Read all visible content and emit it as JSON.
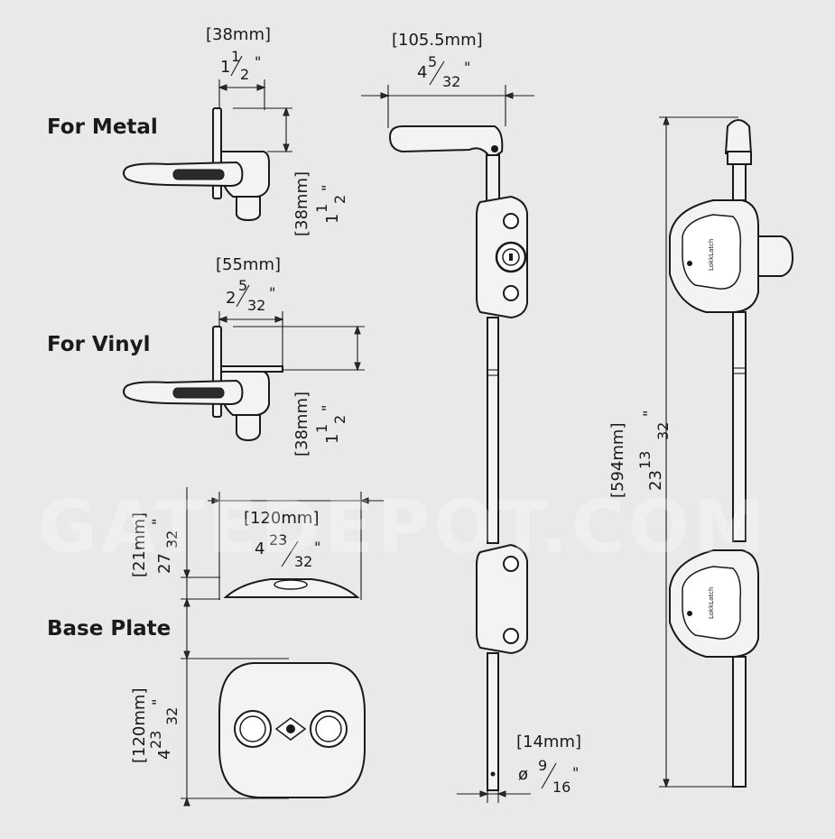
{
  "sections": {
    "metal": "For Metal",
    "vinyl": "For Vinyl",
    "base": "Base Plate"
  },
  "dims": {
    "metal_width_mm": "[38mm]",
    "metal_width_in_whole": "1",
    "metal_width_in_num": "1",
    "metal_width_in_den": "2",
    "metal_height_mm": "[38mm]",
    "metal_height_in_whole": "1",
    "metal_height_in_num": "1",
    "metal_height_in_den": "2",
    "vinyl_width_mm": "[55mm]",
    "vinyl_width_in_whole": "2",
    "vinyl_width_in_num": "5",
    "vinyl_width_in_den": "32",
    "vinyl_height_mm": "[38mm]",
    "vinyl_height_in_whole": "1",
    "vinyl_height_in_num": "1",
    "vinyl_height_in_den": "2",
    "handle_width_mm": "[105.5mm]",
    "handle_width_in_whole": "4",
    "handle_width_in_num": "5",
    "handle_width_in_den": "32",
    "base_thick_mm": "[21mm]",
    "base_thick_in_whole": "27",
    "base_thick_in_den": "32",
    "base_width_mm": "[120mm]",
    "base_width_in_whole": "4",
    "base_width_in_num": "23",
    "base_width_in_den": "32",
    "base_height_mm": "[120mm]",
    "base_height_in_whole": "4",
    "base_height_in_num": "23",
    "base_height_in_den": "32",
    "rod_len_mm": "[594mm]",
    "rod_len_in_whole": "23",
    "rod_len_in_num": "13",
    "rod_len_in_den": "32",
    "rod_dia_mm": "[14mm]",
    "rod_dia_symbol": "ø",
    "rod_dia_in_num": "9",
    "rod_dia_in_den": "16"
  },
  "inch_mark": "\"",
  "watermark": "GATEDEPOT.COM",
  "brand_label": "LokkLatch",
  "icons": [
    "handle-lever-icon",
    "lock-cylinder-icon",
    "keyhole-icon"
  ]
}
